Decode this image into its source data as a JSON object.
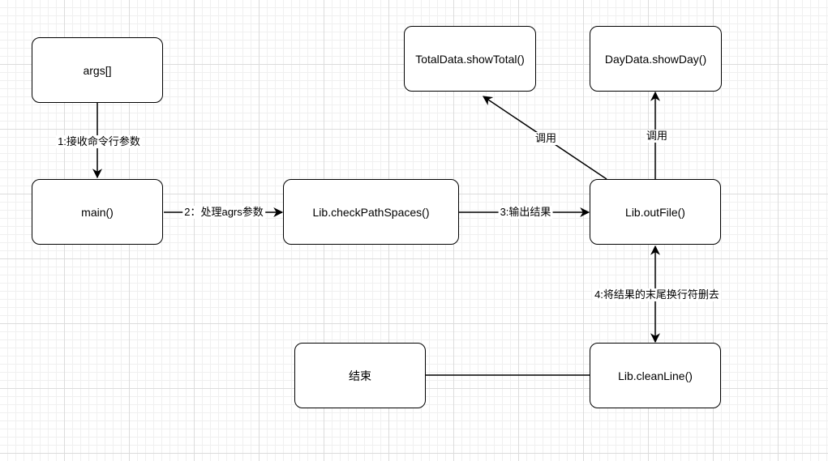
{
  "nodes": {
    "args": "args[]",
    "main": "main()",
    "check": "Lib.checkPathSpaces()",
    "outfile": "Lib.outFile()",
    "total": "TotalData.showTotal()",
    "day": "DayData.showDay()",
    "clean": "Lib.cleanLine()",
    "end": "结束"
  },
  "edges": {
    "args_main": "1:接收命令行参数",
    "main_check": "2：处理agrs参数",
    "check_out": "3:输出结果",
    "out_total": "调用",
    "out_day": "调用",
    "out_clean": "4:将结果的末尾换行符删去"
  },
  "colors": {
    "stroke": "#000000",
    "node_fill": "#ffffff",
    "grid": "#dcdcdc"
  }
}
